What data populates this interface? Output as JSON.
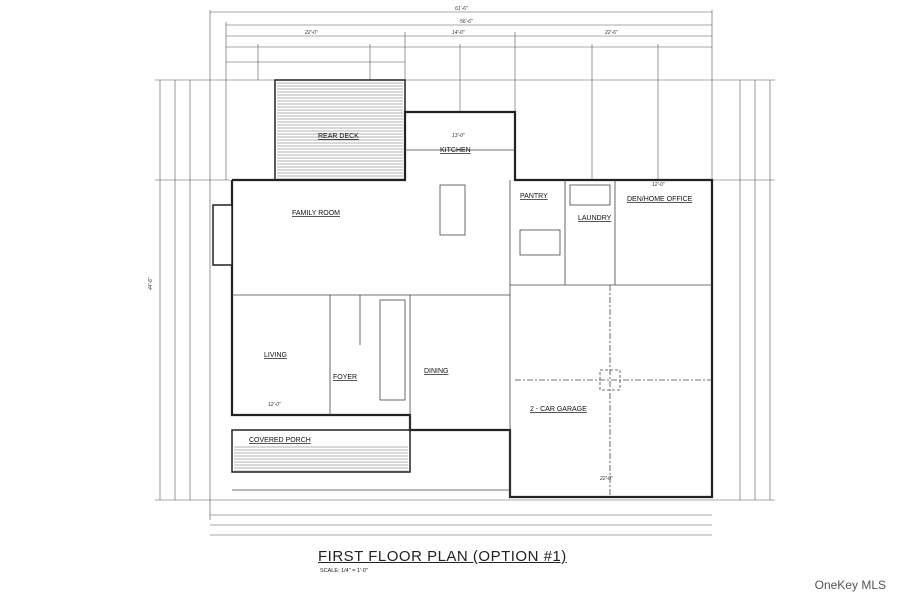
{
  "title": "FIRST FLOOR PLAN (OPTION #1)",
  "scale": "SCALE: 1/4\" = 1'-0\"",
  "watermark": "OneKey MLS",
  "rooms": {
    "rear_deck": "REAR DECK",
    "kitchen": "KITCHEN",
    "family_room": "FAMILY ROOM",
    "pantry": "PANTRY",
    "laundry": "LAUNDRY",
    "den": "DEN/HOME OFFICE",
    "living": "LIVING",
    "foyer": "FOYER",
    "dining": "DINING",
    "garage": "2 - CAR GARAGE",
    "porch": "COVERED PORCH"
  },
  "dimensions": {
    "overall": "61'-6\"",
    "house": "56'-6\"",
    "left_seg": "22'-0\"",
    "mid_seg": "14'-0\"",
    "right_seg": "22'-6\"",
    "depth": "44'-6\"",
    "kitchen_w": "13'-0\"",
    "den_w": "12'-0\"",
    "garage_w": "22'-0\"",
    "living_w": "12'-0\""
  }
}
